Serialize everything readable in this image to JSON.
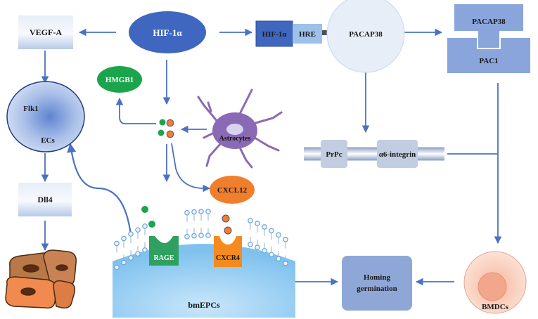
{
  "nodes": {
    "hif1a": "HIF-1α",
    "vegfa": "VEGF-A",
    "hif1a_box": "HIF-1α",
    "hre": "HRE",
    "pacap38": "PACAP38",
    "receptor_top": "PACAP38",
    "receptor_bottom": "PAC1",
    "hmgb1": "HMGB1",
    "flk1": "Flk1",
    "ecs": "ECs",
    "astrocytes": "Astrocytes",
    "prpc": "PrPc",
    "integrin": "α6-integrin",
    "cxcl12": "CXCL12",
    "dll4": "Dll4",
    "rage": "RAGE",
    "cxcr4": "CXCR4",
    "bmepcs": "bmEPCs",
    "homing_line1": "Homing",
    "homing_line2": "germination",
    "bmdcs": "BMDCs"
  },
  "colors": {
    "arrow": "#4a72c0",
    "hif_ellipse": "#3f67c0",
    "hmgb1": "#1aa54c",
    "cxcl12": "#f07f2d",
    "rage": "#2fa060",
    "cxcr4": "#f58a1f",
    "homing_box": "#8ea7d6",
    "pac_receptor": "#8aa5dc",
    "astrocyte": "#8b6ab5"
  }
}
